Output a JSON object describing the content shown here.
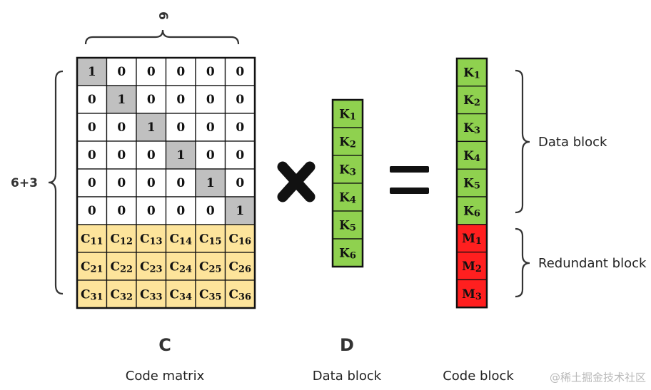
{
  "matrix": {
    "identity_size": 6,
    "coding_rows": [
      [
        "C11",
        "C12",
        "C13",
        "C14",
        "C15",
        "C16"
      ],
      [
        "C21",
        "C22",
        "C23",
        "C24",
        "C25",
        "C26"
      ],
      [
        "C31",
        "C32",
        "C33",
        "C34",
        "C35",
        "C36"
      ]
    ],
    "width_label": "6",
    "height_label": "6+3",
    "letter": "C",
    "caption": "Code matrix"
  },
  "data_vector": {
    "items": [
      "K1",
      "K2",
      "K3",
      "K4",
      "K5",
      "K6"
    ],
    "letter": "D",
    "caption": "Data block"
  },
  "code_vector": {
    "data_items": [
      "K1",
      "K2",
      "K3",
      "K4",
      "K5",
      "K6"
    ],
    "redundant_items": [
      "M1",
      "M2",
      "M3"
    ],
    "caption": "Code block",
    "data_brace_label": "Data block",
    "redundant_brace_label": "Redundant block"
  },
  "colors": {
    "diagonal": "#c0c0c0",
    "coding": "#fde49b",
    "data": "#8fd14f",
    "redundant": "#ff1f1f",
    "grid": "#111111"
  },
  "watermark": "@稀土掘金技术社区"
}
